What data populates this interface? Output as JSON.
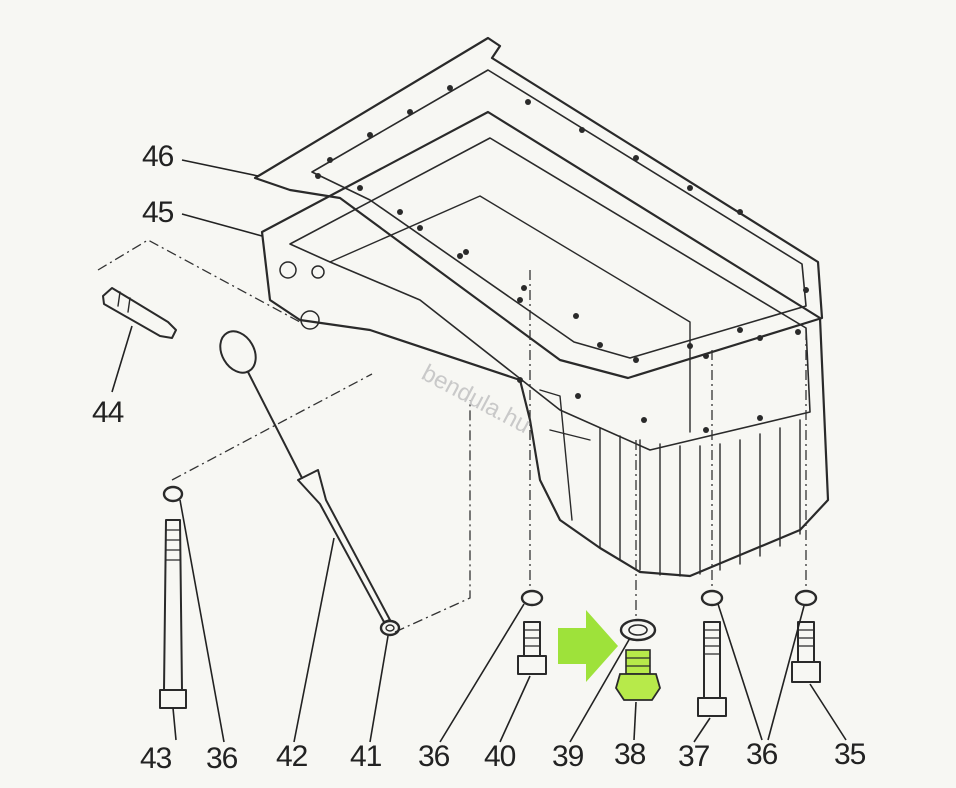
{
  "diagram": {
    "callouts": {
      "c46": "46",
      "c45": "45",
      "c44": "44",
      "c43": "43",
      "c36a": "36",
      "c42": "42",
      "c41": "41",
      "c36b": "36",
      "c40": "40",
      "c39": "39",
      "c38": "38",
      "c37": "37",
      "c36c": "36",
      "c35": "35"
    },
    "watermark": "bendula.hu",
    "colors": {
      "highlight_arrow": "#9ee23a",
      "highlight_part": "#b7ea4a",
      "ink": "#2a2a2a"
    }
  }
}
